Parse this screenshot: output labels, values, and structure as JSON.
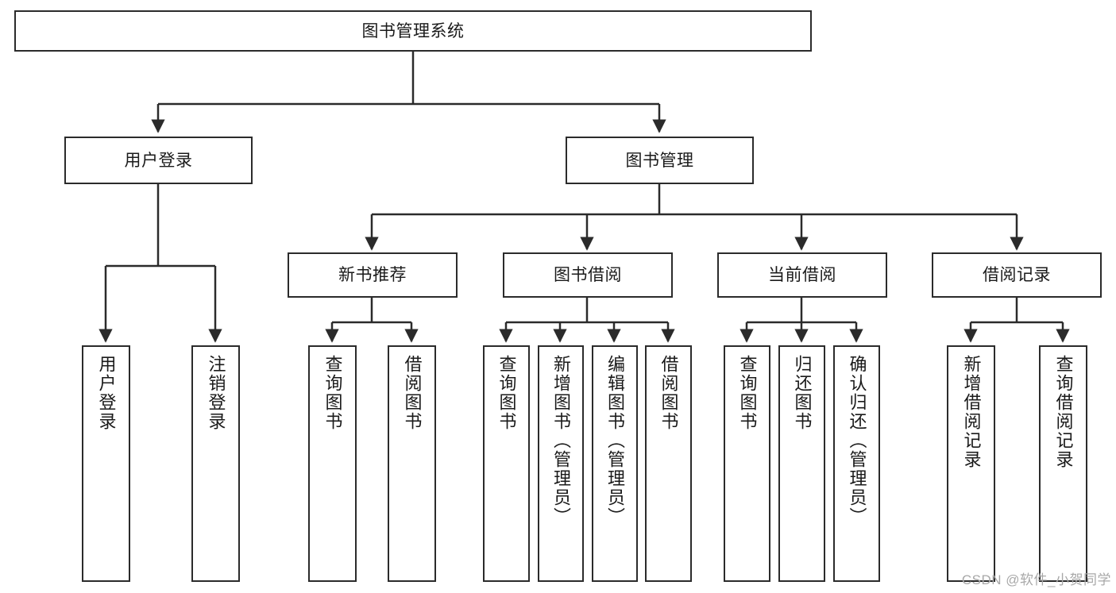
{
  "diagram": {
    "title": "图书管理系统",
    "type": "hierarchy-tree",
    "watermark": "CSDN @软件_小贺同学",
    "colors": {
      "stroke": "#2b2b2b",
      "fill": "#ffffff",
      "text": "#1a1a1a",
      "watermark": "#a8a8a8"
    },
    "nodes": {
      "root": {
        "label": "图书管理系统",
        "level": 0,
        "orientation": "horizontal"
      },
      "user_login": {
        "label": "用户登录",
        "level": 1,
        "orientation": "horizontal"
      },
      "book_manage": {
        "label": "图书管理",
        "level": 1,
        "orientation": "horizontal"
      },
      "new_book_rec": {
        "label": "新书推荐",
        "level": 2,
        "orientation": "horizontal"
      },
      "book_borrow": {
        "label": "图书借阅",
        "level": 2,
        "orientation": "horizontal"
      },
      "current_borrow": {
        "label": "当前借阅",
        "level": 2,
        "orientation": "horizontal"
      },
      "borrow_record": {
        "label": "借阅记录",
        "level": 2,
        "orientation": "horizontal"
      },
      "leaf_user_login": {
        "label": "用户登录",
        "level": 3,
        "orientation": "vertical"
      },
      "leaf_logout": {
        "label": "注销登录",
        "level": 3,
        "orientation": "vertical"
      },
      "leaf_query_book_1": {
        "label": "查询图书",
        "level": 3,
        "orientation": "vertical"
      },
      "leaf_borrow_book_1": {
        "label": "借阅图书",
        "level": 3,
        "orientation": "vertical"
      },
      "leaf_query_book_2": {
        "label": "查询图书",
        "level": 3,
        "orientation": "vertical"
      },
      "leaf_add_book": {
        "label": "新增图书（管理员）",
        "level": 3,
        "orientation": "vertical"
      },
      "leaf_edit_book": {
        "label": "编辑图书（管理员）",
        "level": 3,
        "orientation": "vertical"
      },
      "leaf_borrow_book_2": {
        "label": "借阅图书",
        "level": 3,
        "orientation": "vertical"
      },
      "leaf_query_book_3": {
        "label": "查询图书",
        "level": 3,
        "orientation": "vertical"
      },
      "leaf_return_book": {
        "label": "归还图书",
        "level": 3,
        "orientation": "vertical"
      },
      "leaf_confirm_return": {
        "label": "确认归还（管理员）",
        "level": 3,
        "orientation": "vertical"
      },
      "leaf_add_record": {
        "label": "新增借阅记录",
        "level": 3,
        "orientation": "vertical"
      },
      "leaf_query_record": {
        "label": "查询借阅记录",
        "level": 3,
        "orientation": "vertical"
      }
    },
    "edges": [
      {
        "from": "root",
        "to": "user_login"
      },
      {
        "from": "root",
        "to": "book_manage"
      },
      {
        "from": "user_login",
        "to": "leaf_user_login"
      },
      {
        "from": "user_login",
        "to": "leaf_logout"
      },
      {
        "from": "book_manage",
        "to": "new_book_rec"
      },
      {
        "from": "book_manage",
        "to": "book_borrow"
      },
      {
        "from": "book_manage",
        "to": "current_borrow"
      },
      {
        "from": "book_manage",
        "to": "borrow_record"
      },
      {
        "from": "new_book_rec",
        "to": "leaf_query_book_1"
      },
      {
        "from": "new_book_rec",
        "to": "leaf_borrow_book_1"
      },
      {
        "from": "book_borrow",
        "to": "leaf_query_book_2"
      },
      {
        "from": "book_borrow",
        "to": "leaf_add_book"
      },
      {
        "from": "book_borrow",
        "to": "leaf_edit_book"
      },
      {
        "from": "book_borrow",
        "to": "leaf_borrow_book_2"
      },
      {
        "from": "current_borrow",
        "to": "leaf_query_book_3"
      },
      {
        "from": "current_borrow",
        "to": "leaf_return_book"
      },
      {
        "from": "current_borrow",
        "to": "leaf_confirm_return"
      },
      {
        "from": "borrow_record",
        "to": "leaf_add_record"
      },
      {
        "from": "borrow_record",
        "to": "leaf_query_record"
      }
    ]
  }
}
